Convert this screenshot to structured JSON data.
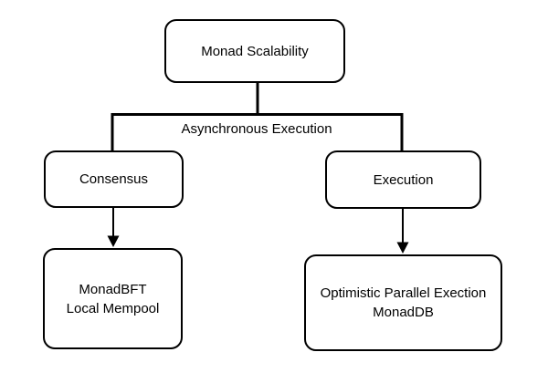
{
  "diagram": {
    "nodes": {
      "root": {
        "label": "Monad Scalability"
      },
      "consensus": {
        "label": "Consensus"
      },
      "execution": {
        "label": "Execution"
      },
      "monadbft": {
        "line1": "MonadBFT",
        "line2": "Local Mempool"
      },
      "optimistic": {
        "line1": "Optimistic Parallel Exection",
        "line2": "MonadDB"
      }
    },
    "edge_label": "Asynchronous Execution",
    "colors": {
      "background": "#ffffff",
      "stroke": "#000000",
      "text": "#000000"
    }
  }
}
